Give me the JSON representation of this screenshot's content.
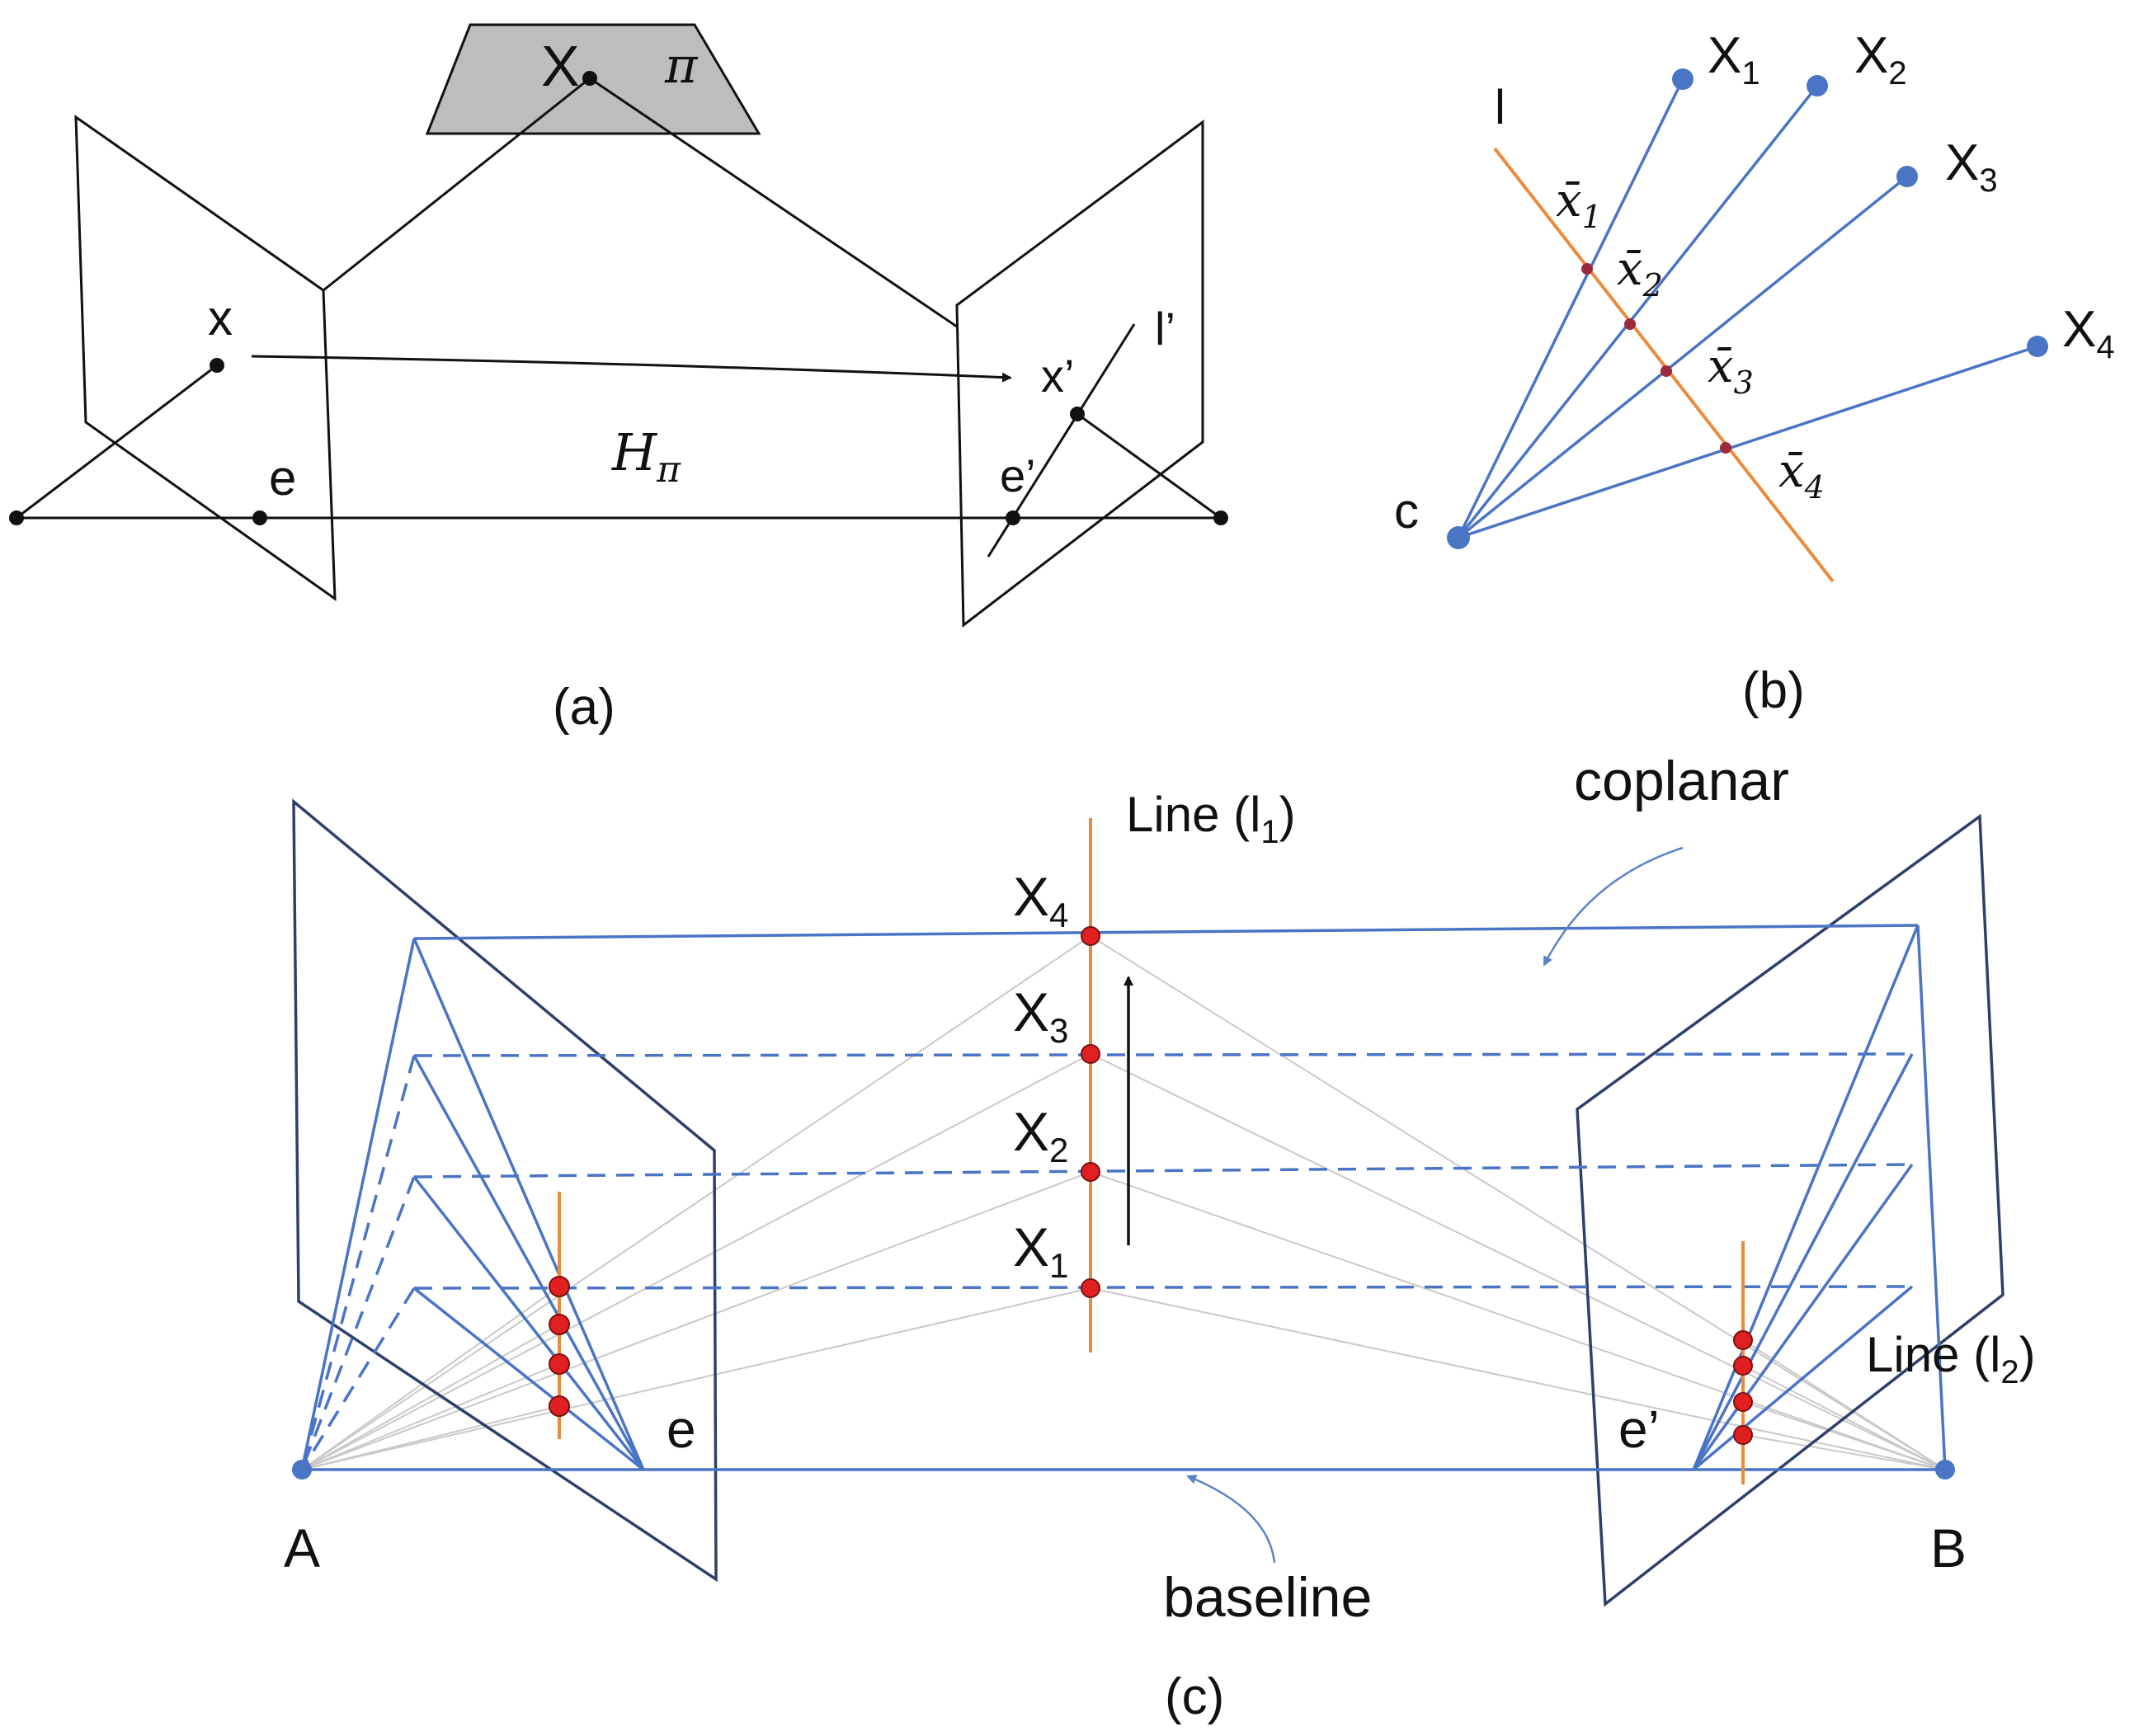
{
  "panel_a": {
    "caption": "(a)",
    "point_X": "X",
    "plane_pi": "π",
    "point_x": "x",
    "point_e": "e",
    "homography": "H",
    "homography_sub": "π",
    "point_x_prime": "x’",
    "line_l_prime": "l’",
    "point_e_prime": "e’"
  },
  "panel_b": {
    "caption": "(b)",
    "line_l": "l",
    "camera_c": "c",
    "world_points": [
      {
        "base": "X",
        "sub": "1"
      },
      {
        "base": "X",
        "sub": "2"
      },
      {
        "base": "X",
        "sub": "3"
      },
      {
        "base": "X",
        "sub": "4"
      }
    ],
    "image_points": [
      {
        "base": "x̄",
        "sub": "1"
      },
      {
        "base": "x̄",
        "sub": "2"
      },
      {
        "base": "x̄",
        "sub": "3"
      },
      {
        "base": "x̄",
        "sub": "4"
      }
    ]
  },
  "panel_c": {
    "caption": "(c)",
    "line_l1": {
      "prefix": "Line (l",
      "sub": "1",
      "suffix": ")"
    },
    "line_l2": {
      "prefix": "Line (l",
      "sub": "2",
      "suffix": ")"
    },
    "coplanar": "coplanar",
    "baseline": "baseline",
    "camera_A": "A",
    "camera_B": "B",
    "epipole_e": "e",
    "epipole_e_prime": "e’",
    "world_points": [
      {
        "base": "X",
        "sub": "4"
      },
      {
        "base": "X",
        "sub": "3"
      },
      {
        "base": "X",
        "sub": "2"
      },
      {
        "base": "X",
        "sub": "1"
      }
    ]
  },
  "colors": {
    "ink": "#111111",
    "blue": "#4a74c4",
    "orange": "#ec8a3c",
    "red_point": "#e02020",
    "plane_grey": "#bdbdbd",
    "ray_grey": "#c9c9c9"
  }
}
